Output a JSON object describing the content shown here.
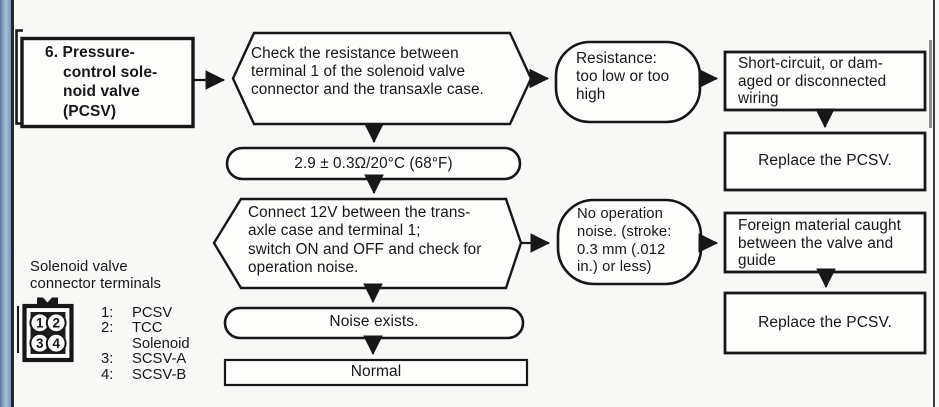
{
  "colors": {
    "paper": "#f8f8f6",
    "ink": "#171717",
    "edge_bar_dark": "#54769a",
    "edge_bar_light": "#a6c0d5",
    "page_edge": "#1d2936",
    "right_rule": "#3f3f3f",
    "change_bar": "#8f8f8f"
  },
  "flowchart": {
    "step": "6. Pressure-\ncontrol sole-\nnoid valve\n(PCSV)",
    "check_resistance": "Check the resistance between\nterminal 1 of the solenoid valve\nconnector and the transaxle case.",
    "spec_value": "2.9 ± 0.3Ω/20°C (68°F)",
    "check_operation": "Connect 12V between the trans-\naxle case and terminal 1;\nswitch ON and OFF and check for\noperation noise.",
    "result_resistance": "Resistance:\ntoo low or too\nhigh",
    "cause_wiring": "Short-circuit, or dam-\naged or disconnected\nwiring",
    "action_replace_1": "Replace the PCSV.",
    "result_no_noise": "No operation\nnoise. (stroke:\n0.3 mm (.012\nin.) or less)",
    "cause_foreign_material": "Foreign material caught\nbetween the valve and\nguide",
    "action_replace_2": "Replace the PCSV.",
    "noise_exists": "Noise exists.",
    "normal": "Normal"
  },
  "connector": {
    "title": "Solenoid valve\nconnector terminals",
    "pins": [
      "1",
      "2",
      "3",
      "4"
    ],
    "legend": [
      {
        "num": "1:",
        "name": "PCSV"
      },
      {
        "num": "2:",
        "name": "TCC\nSolenoid"
      },
      {
        "num": "3:",
        "name": "SCSV-A"
      },
      {
        "num": "4:",
        "name": "SCSV-B"
      }
    ]
  }
}
